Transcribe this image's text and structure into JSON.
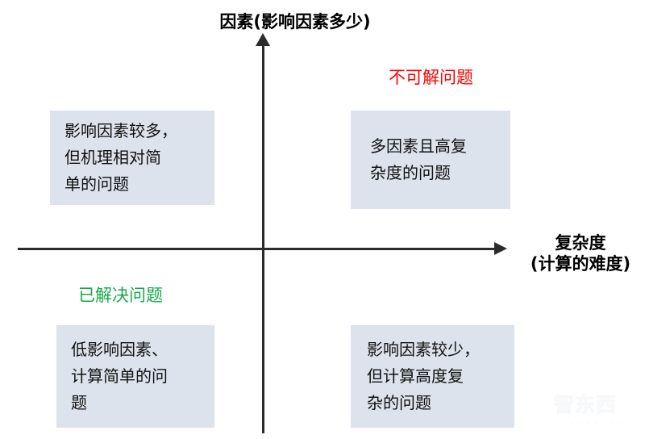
{
  "axes": {
    "y_title": "因素(影响因素多少)",
    "x_title": "复杂度\n(计算的难度)",
    "vertical_arrow_icon": "up-arrow-icon",
    "horizontal_arrow_icon": "right-arrow-icon",
    "axis_color": "#2b2b2b"
  },
  "labels": {
    "unsolvable": "不可解问题",
    "unsolvable_color": "#ff0000",
    "solved": "已解决问题",
    "solved_color": "#17a84a"
  },
  "quadrants": {
    "top_left": "影响因素较多，\n但机理相对简\n单的问题",
    "top_right": "多因素且高复\n杂度的问题",
    "bottom_left": "低影响因素、\n计算简单的问\n题",
    "bottom_right": "影响因素较少，\n但计算高度复\n杂的问题",
    "box_color": "#dce3ec"
  },
  "watermark": {
    "mark": "智东西",
    "domain": "zhidx.com"
  }
}
